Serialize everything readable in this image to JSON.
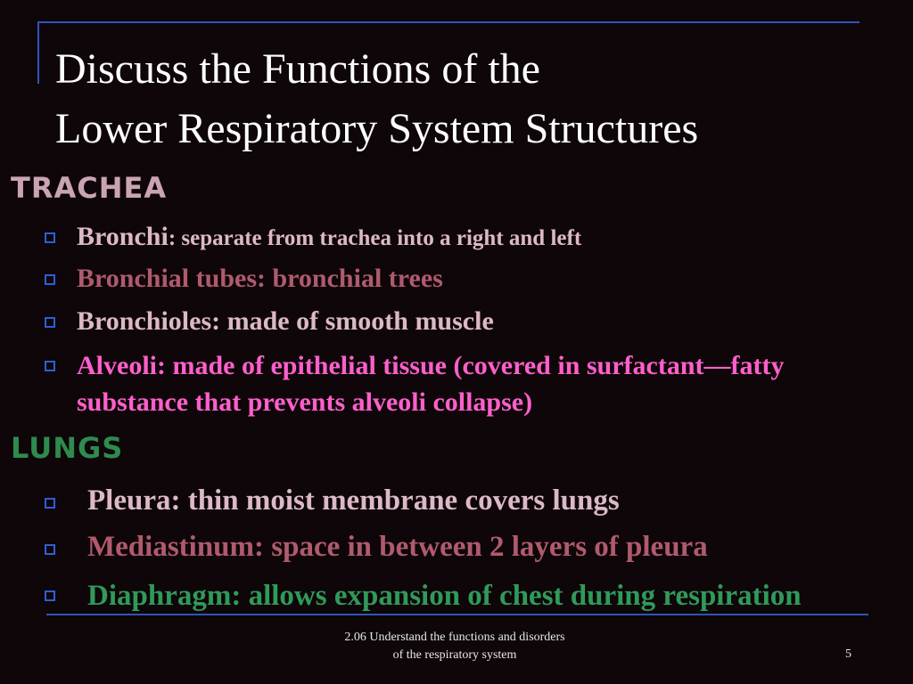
{
  "title": {
    "line1": "Discuss the Functions of the",
    "line2": "Lower Respiratory System Structures"
  },
  "sections": [
    {
      "heading": "Trachea",
      "items": [
        {
          "label": "Bronchi",
          "text": ": separate from trachea into a right and left"
        },
        {
          "label": "Bronchial tubes: bronchial trees"
        },
        {
          "label": "Bronchioles: made of smooth muscle"
        },
        {
          "label": "Alveoli: made of epithelial tissue (covered in surfactant—fatty substance that prevents alveoli collapse)"
        }
      ]
    },
    {
      "heading": "Lungs",
      "items": [
        {
          "label": "Pleura: thin moist membrane covers lungs"
        },
        {
          "label": "Mediastinum: space in between 2 layers of pleura"
        },
        {
          "label": "Diaphragm: allows expansion of chest during respiration"
        }
      ]
    }
  ],
  "footer": {
    "line1": "2.06 Understand the functions and disorders",
    "line2": "of the respiratory system",
    "page_number": "5"
  },
  "colors": {
    "background": "#0e0608",
    "rule": "#2f55b8",
    "trachea_heading": "#caa4b4",
    "lungs_heading": "#2f8a4e",
    "pink_light": "#dcb8c8",
    "rose": "#b05a6e",
    "magenta": "#ff5fcc",
    "green": "#2f9a5a"
  }
}
